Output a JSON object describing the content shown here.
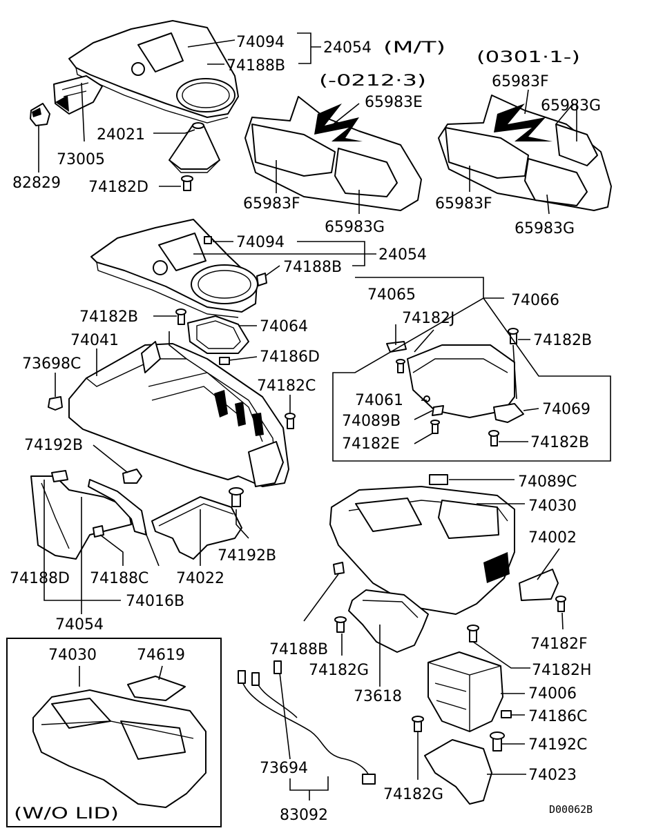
{
  "diagram": {
    "drawing_code": "D00062B",
    "notes": {
      "mt": "(M/T)",
      "range_a": "(-0212·3)",
      "range_b": "(0301·1-)",
      "wo_lid": "(W/O LID)"
    },
    "labels": {
      "p74094_top": "74094",
      "p24054_top": "24054",
      "p74188B_top": "74188B",
      "p73005": "73005",
      "p82829": "82829",
      "p24021": "24021",
      "p74182D": "74182D",
      "p65983E": "65983E",
      "p65983F_a": "65983F",
      "p65983G_a": "65983G",
      "p65983F_b_top": "65983F",
      "p65983G_b_top": "65983G",
      "p65983F_b_bot": "65983F",
      "p65983G_b_bot": "65983G",
      "p74094_mid": "74094",
      "p24054_mid": "24054",
      "p74188B_mid": "74188B",
      "p74182B_a": "74182B",
      "p74064": "74064",
      "p74041": "74041",
      "p74186D": "74186D",
      "p73698C": "73698C",
      "p74182C": "74182C",
      "p74065": "74065",
      "p74066": "74066",
      "p74182J": "74182J",
      "p74182B_b": "74182B",
      "p74061": "74061",
      "p74069": "74069",
      "p74089B": "74089B",
      "p74182E": "74182E",
      "p74182B_c": "74182B",
      "p74192B_a": "74192B",
      "p74192B_b": "74192B",
      "p74089C": "74089C",
      "p74030_main": "74030",
      "p74002": "74002",
      "p74188D": "74188D",
      "p74188C": "74188C",
      "p74022": "74022",
      "p74016B": "74016B",
      "p74054": "74054",
      "p74182F": "74182F",
      "p74030_inset": "74030",
      "p74619": "74619",
      "p74188B_bot": "74188B",
      "p74182H": "74182H",
      "p74182G_a": "74182G",
      "p74006": "74006",
      "p73618": "73618",
      "p74186C": "74186C",
      "p73694": "73694",
      "p74192C": "74192C",
      "p74023": "74023",
      "p83092": "83092",
      "p74182G_b": "74182G"
    }
  }
}
